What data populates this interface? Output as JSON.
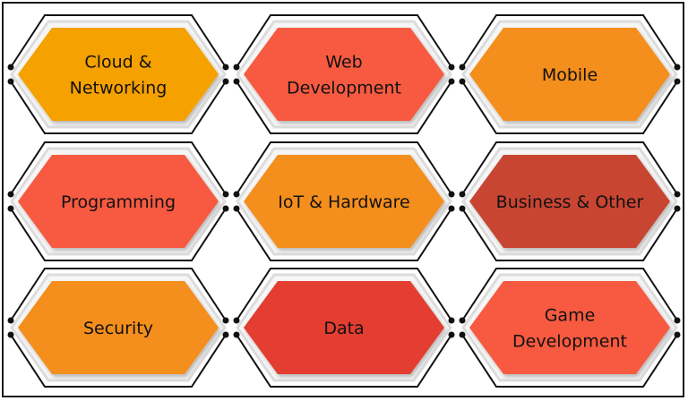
{
  "tiles": [
    {
      "lines": [
        "Cloud &",
        "Networking"
      ],
      "color": "#f5a100"
    },
    {
      "lines": [
        "Web",
        "Development"
      ],
      "color": "#f75a3f"
    },
    {
      "lines": [
        "Mobile"
      ],
      "color": "#f48e1f"
    },
    {
      "lines": [
        "Programming"
      ],
      "color": "#f75a3f"
    },
    {
      "lines": [
        "IoT & Hardware"
      ],
      "color": "#f48e1f"
    },
    {
      "lines": [
        "Business & Other"
      ],
      "color": "#c84433"
    },
    {
      "lines": [
        "Security"
      ],
      "color": "#f48e1f"
    },
    {
      "lines": [
        "Data"
      ],
      "color": "#e43d30"
    },
    {
      "lines": [
        "Game",
        "Development"
      ],
      "color": "#f75a3f"
    }
  ],
  "colors": {
    "frame": "#1a1a1a",
    "bracket": "#111111",
    "halo": "#dcdcdc"
  }
}
